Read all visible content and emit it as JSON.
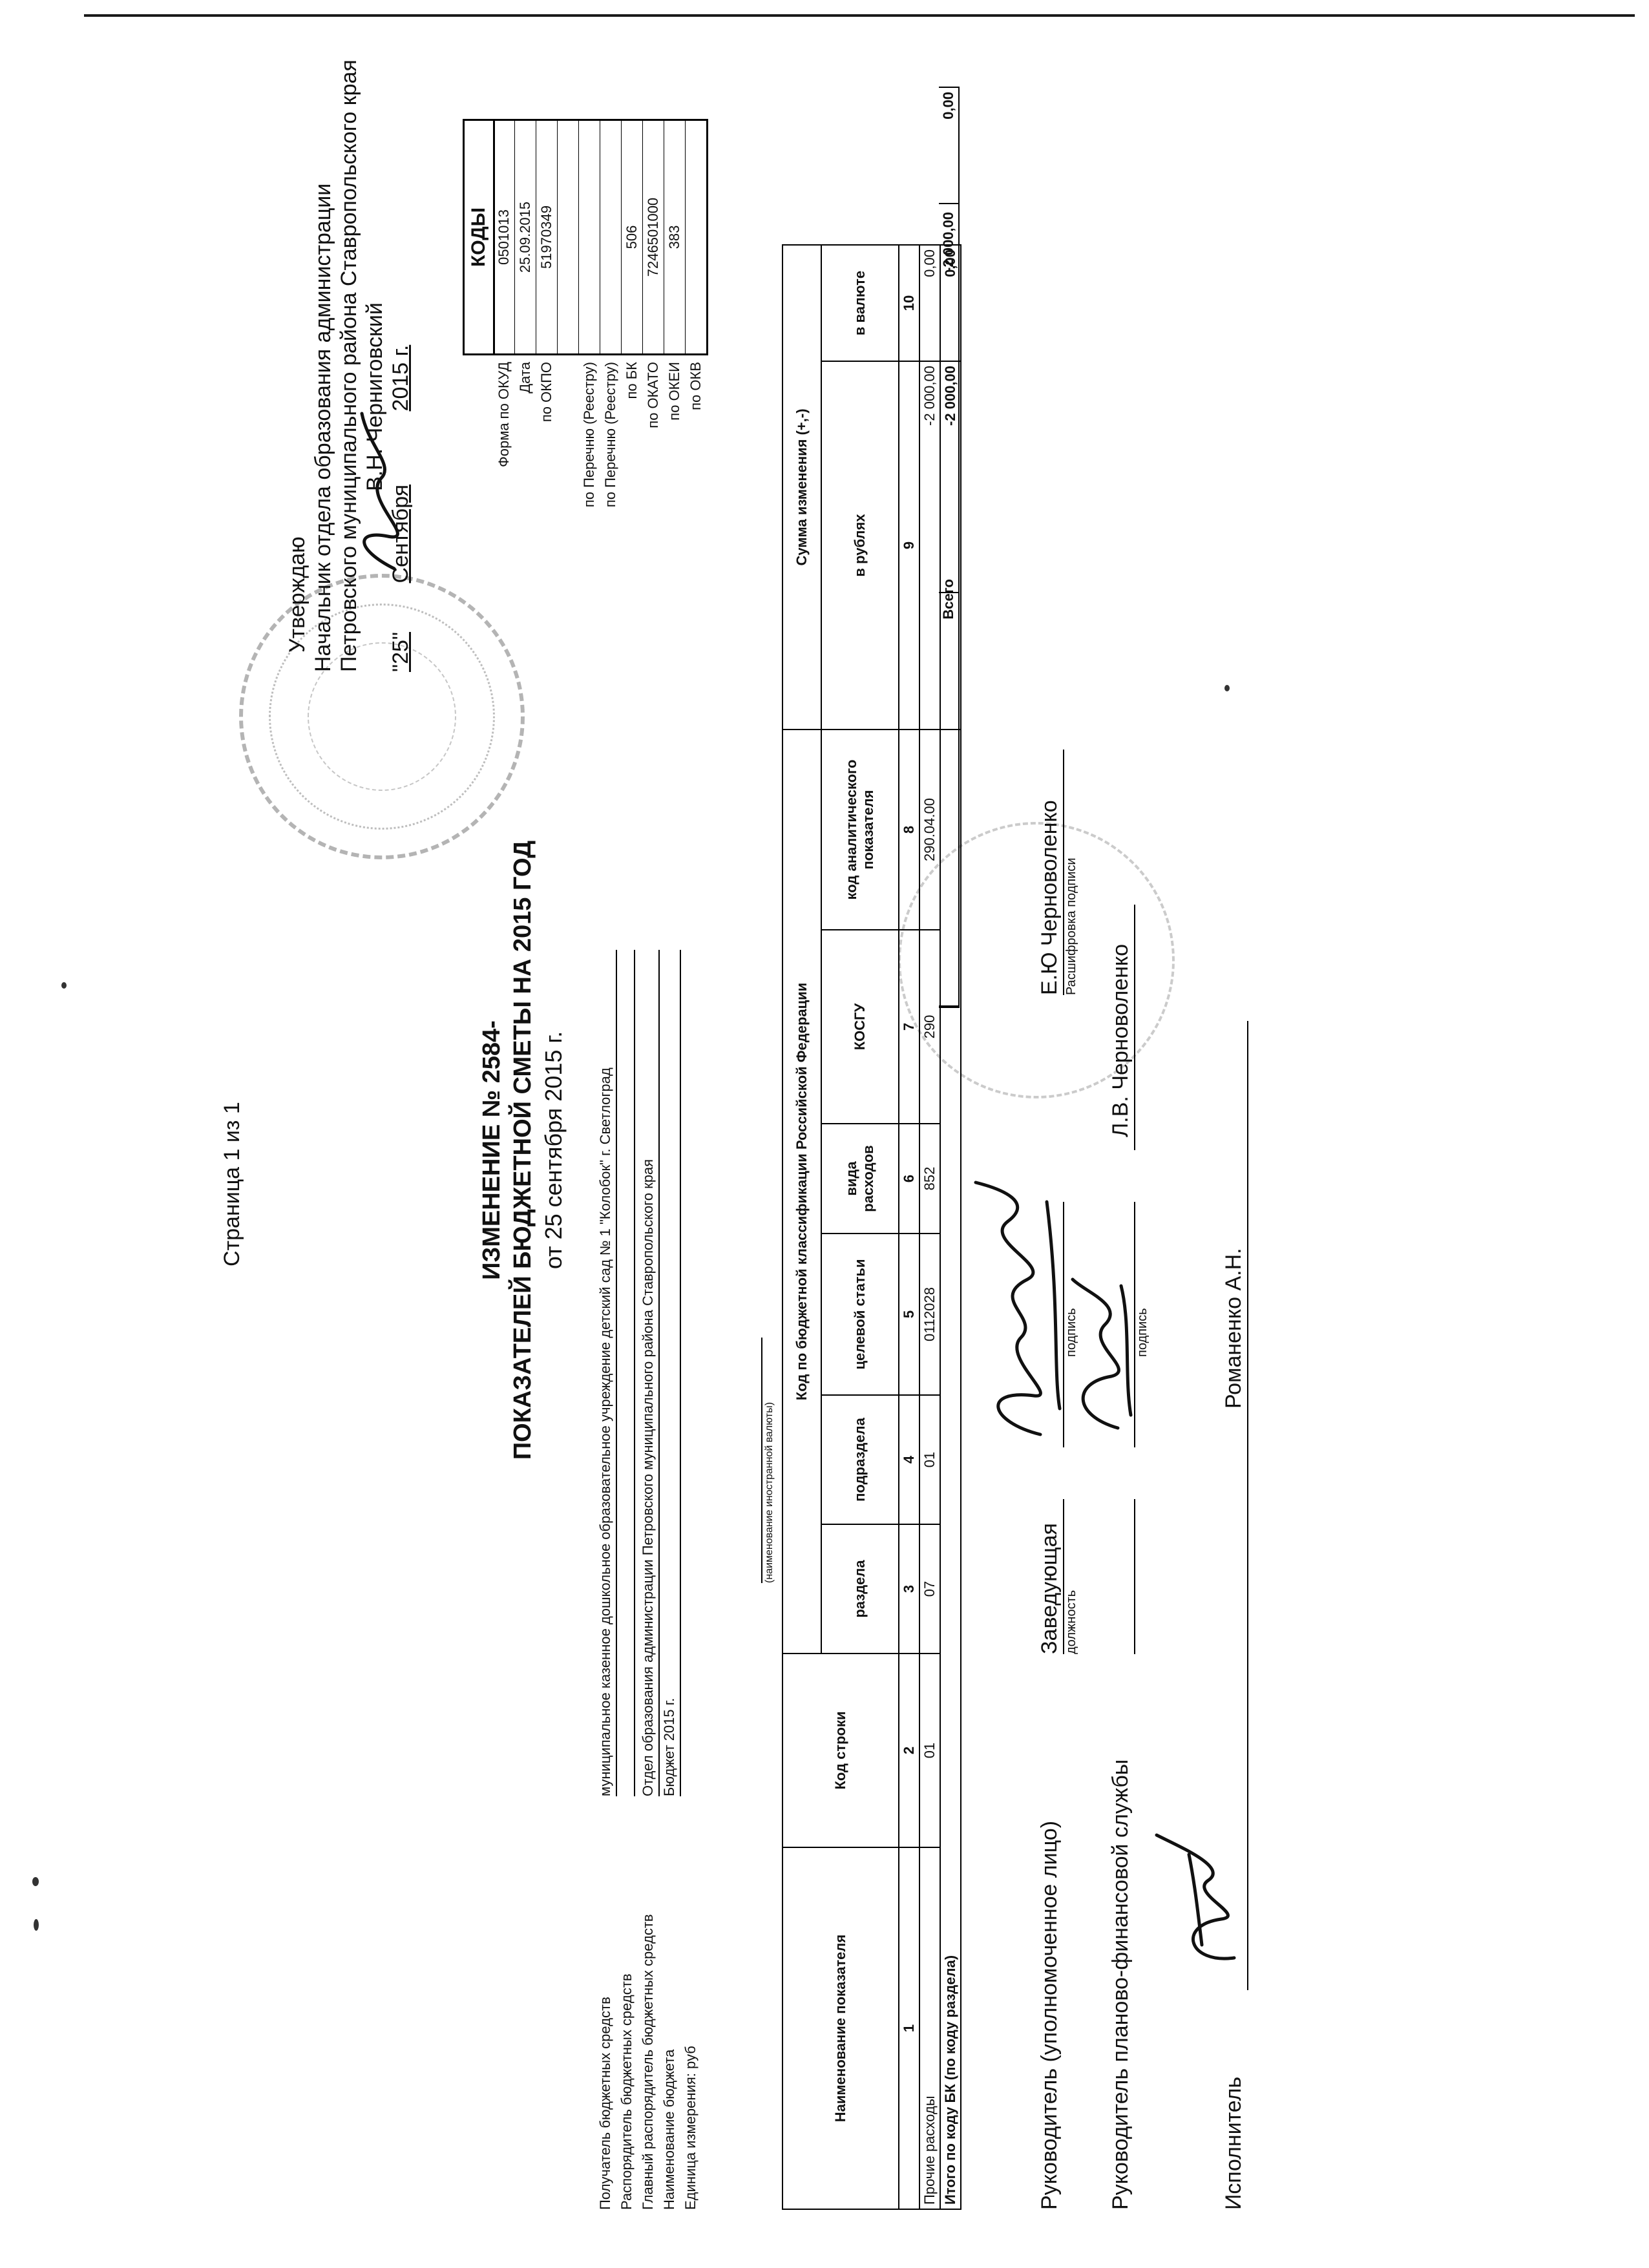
{
  "page_counter": "Страница 1 из 1",
  "title": {
    "line1": "ИЗМЕНЕНИЕ № 2584-",
    "line2": "ПОКАЗАТЕЛЕЙ БЮДЖЕТНОЙ СМЕТЫ НА 2015 ГОД",
    "line3": "от 25 сентября 2015 г."
  },
  "approval": {
    "heading": "Утверждаю",
    "position": "Начальник отдела образования администрации",
    "organization": "Петровского муниципального района Ставропольского края",
    "name": "В.Н. Черниговский",
    "day": "\"25\"",
    "month": "Сентября",
    "year": "2015 г."
  },
  "requisites": [
    {
      "label": "Получатель бюджетных средств",
      "value": "муниципальное казенное дошкольное образовательное учреждение детский сад № 1 \"Колобок\" г. Светлоград"
    },
    {
      "label": "Распорядитель бюджетных средств",
      "value": ""
    },
    {
      "label": "Главный распорядитель бюджетных средств",
      "value": "Отдел образования администрации Петровского муниципального района Ставропольского края"
    },
    {
      "label": "Наименование бюджета",
      "value": "Бюджет 2015 г."
    },
    {
      "label": "Единица измерения: руб",
      "value": ""
    }
  ],
  "foreign_currency_caption": "(наименование иностранной валюты)",
  "codes": {
    "title": "КОДЫ",
    "rows": [
      {
        "label": "Форма по ОКУД",
        "value": "0501013"
      },
      {
        "label": "Дата",
        "value": "25.09.2015"
      },
      {
        "label": "по ОКПО",
        "value": "51970349"
      },
      {
        "label": "",
        "value": ""
      },
      {
        "label": "по Перечню (Реестру)",
        "value": ""
      },
      {
        "label": "по Перечню (Реестру)",
        "value": ""
      },
      {
        "label": "по БК",
        "value": "506"
      },
      {
        "label": "по ОКАТО",
        "value": "7246501000"
      },
      {
        "label": "по ОКЕИ",
        "value": "383"
      },
      {
        "label": "по ОКВ",
        "value": ""
      }
    ]
  },
  "table": {
    "h_name": "Наименование показателя",
    "h_line_code": "Код строки",
    "h_bk": "Код по бюджетной классификации Российской Федерации",
    "h_section": "раздела",
    "h_subsection": "подраздела",
    "h_target": "целевой статьи",
    "h_expense_type": "вида расходов",
    "h_kosgu": "КОСГУ",
    "h_analytic": "код аналитического показателя",
    "h_sum": "Сумма изменения (+,-)",
    "h_rub": "в рублях",
    "h_currency": "в валюте",
    "col_numbers": [
      "1",
      "2",
      "3",
      "4",
      "5",
      "6",
      "7",
      "8",
      "9",
      "10"
    ],
    "rows": [
      {
        "name": "Прочие расходы",
        "line_code": "01",
        "section": "07",
        "subsection": "01",
        "target": "0112028",
        "expense_type": "852",
        "kosgu": "290",
        "analytic": "290.04.00",
        "rub": "-2 000,00",
        "currency": "0,00"
      }
    ],
    "subtotal": {
      "label": "Итого по коду БК (по коду раздела)",
      "rub": "-2 000,00",
      "currency": "0,00"
    },
    "total": {
      "label": "Всего",
      "rub": "-2 000,00",
      "currency": "0,00"
    }
  },
  "signatures": {
    "head_label": "Руководитель (уполномоченное лицо)",
    "head_position": "Заведующая",
    "position_caption": "должность",
    "signature_caption": "подпись",
    "head_name": "Е.Ю Черноволенко",
    "decoding_caption": "Расшифровка подписи",
    "finance_label": "Руководитель планово-финансовой службы",
    "finance_name": "Л.В. Черноволенко",
    "executor_label": "Исполнитель",
    "executor_name": "Романенко А.Н."
  }
}
